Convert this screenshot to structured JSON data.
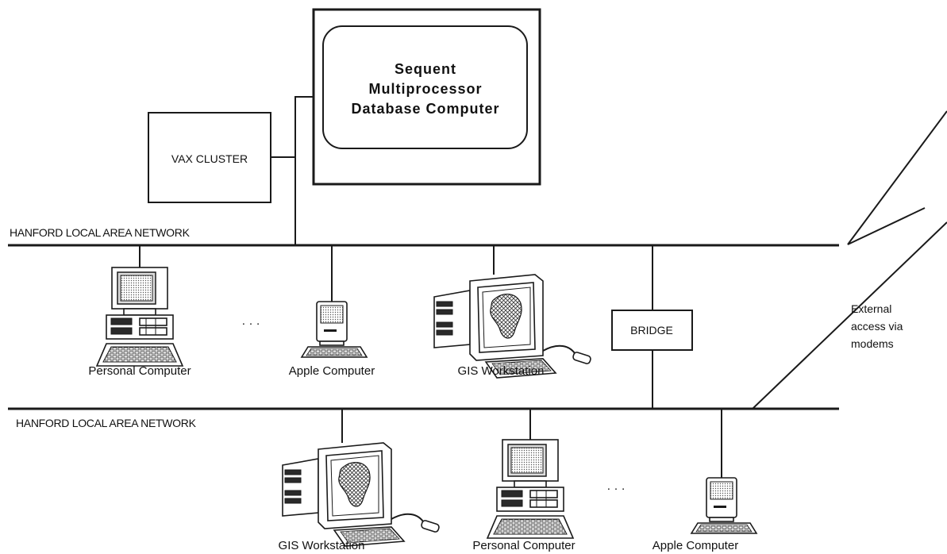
{
  "nodes": {
    "sequent_line1": "Sequent",
    "sequent_line2": "Multiprocessor",
    "sequent_line3": "Database  Computer",
    "vax": "VAX CLUSTER",
    "bridge": "BRIDGE"
  },
  "networks": {
    "top": "HANFORD LOCAL AREA NETWORK",
    "bottom": "HANFORD LOCAL AREA NETWORK"
  },
  "devices": {
    "top": {
      "personal_computer": "Personal Computer",
      "apple_computer": "Apple Computer",
      "gis_workstation": "GIS Workstation",
      "ellipsis": "·  ·  ·"
    },
    "bottom": {
      "gis_workstation": "GIS Workstation",
      "personal_computer": "Personal Computer",
      "apple_computer": "Apple Computer",
      "ellipsis": "·  ·  ·"
    }
  },
  "external": {
    "line1": "External",
    "line2": "access via",
    "line3": "modems"
  },
  "icons": [
    "personal-computer-icon",
    "apple-computer-icon",
    "gis-workstation-icon",
    "lightning-bolt-icon"
  ]
}
